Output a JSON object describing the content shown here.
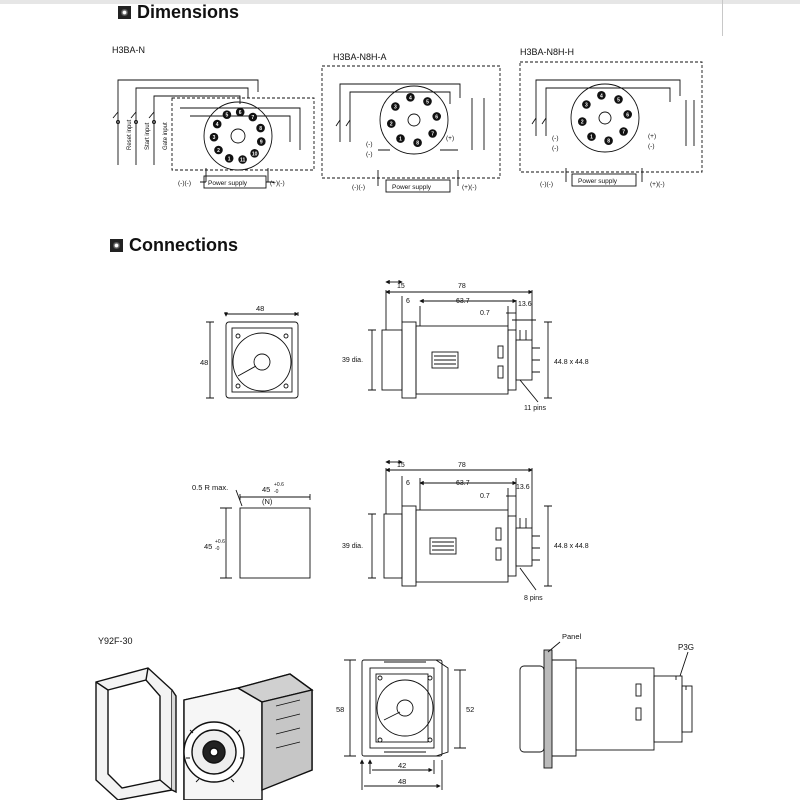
{
  "sections": {
    "dimensions_title": "Dimensions",
    "connections_title": "Connections"
  },
  "wiring": {
    "h3ba_n": {
      "title": "H3BA-N",
      "inputs": [
        "Reset input",
        "Start input",
        "Gate input"
      ],
      "power_supply": "Power supply",
      "neg": "(-)(-)",
      "pos": "(+)(-)",
      "pins": [
        "1",
        "2",
        "3",
        "4",
        "5",
        "6",
        "7",
        "8",
        "9",
        "10",
        "11"
      ]
    },
    "h3ba_n8h_a": {
      "title": "H3BA-N8H-A",
      "power_supply": "Power supply",
      "neg": "(-)(-)",
      "pos": "(+)(-)",
      "side_neg": "(-)",
      "side_neg2": "(-)",
      "side_pos": "(+)",
      "pins": [
        "1",
        "2",
        "3",
        "4",
        "5",
        "6",
        "7",
        "8"
      ]
    },
    "h3ba_n8h_h": {
      "title": "H3BA-N8H-H",
      "power_supply": "Power supply",
      "neg": "(-)(-)",
      "pos": "(+)(-)",
      "side_neg": "(-)",
      "side_neg2": "(-)",
      "side_pos": "(+)",
      "side_neg3": "(-)",
      "pins": [
        "1",
        "2",
        "3",
        "4",
        "5",
        "6",
        "7",
        "8"
      ]
    }
  },
  "drawings": {
    "front_11pin": {
      "width": "48",
      "height": "48"
    },
    "side_11pin": {
      "d15": "15",
      "d78": "78",
      "d6": "6",
      "d637": "63.7",
      "d07": "0.7",
      "d136": "13.6",
      "dia": "39 dia.",
      "sq": "44.8 x 44.8",
      "pins": "11 pins"
    },
    "cutout": {
      "radius": "0.5 R max.",
      "w": "45",
      "w_tol": "+0.6",
      "w_tol2": "-0",
      "n": "(N)",
      "h": "45",
      "h_tol": "+0.6",
      "h_tol2": "-0"
    },
    "side_8pin": {
      "d15": "15",
      "d78": "78",
      "d6": "6",
      "d637": "63.7",
      "d07": "0.7",
      "d136": "13.6",
      "dia": "39 dia.",
      "sq": "44.8 x 44.8",
      "pins": "8 pins"
    },
    "y92f": {
      "title": "Y92F-30"
    },
    "panel_front": {
      "d58": "58",
      "d52": "52",
      "d42": "42",
      "d48": "48"
    },
    "panel_side": {
      "panel": "Panel",
      "socket": "P3G"
    }
  }
}
